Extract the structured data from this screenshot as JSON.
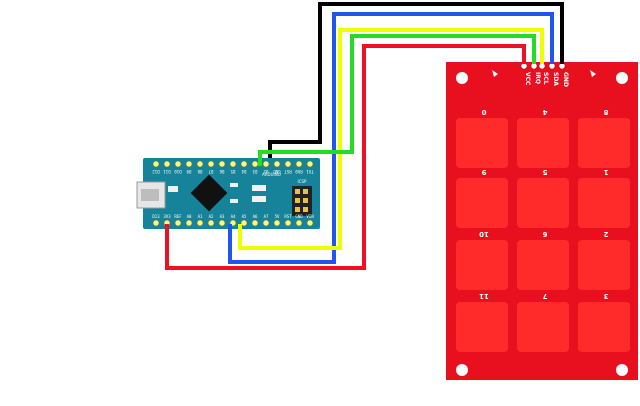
{
  "diagram": {
    "colors": {
      "nano_board": "#17839a",
      "keypad_board": "#e8101e",
      "key_pad": "#ff2a2a",
      "wire_black": "#000000",
      "wire_blue": "#2255ee",
      "wire_yellow": "#eeff00",
      "wire_green": "#22dd22",
      "wire_red": "#ee1122"
    },
    "nano": {
      "top_pins": [
        "D12",
        "D11",
        "D10",
        "D9",
        "D8",
        "D7",
        "D6",
        "D5",
        "D4",
        "D3",
        "D2",
        "GND",
        "RST",
        "RX0",
        "TX1"
      ],
      "bottom_pins": [
        "D13",
        "3V3",
        "REF",
        "A0",
        "A1",
        "A2",
        "A3",
        "A4",
        "A5",
        "A6",
        "A7",
        "5V",
        "RST",
        "GND",
        "VIN"
      ],
      "board_text": "ARDUINO",
      "icsp_label": "ICSP"
    },
    "keypad": {
      "header_pins": [
        "VCC",
        "IRQ",
        "SCL",
        "SDA",
        "GND"
      ],
      "keys": [
        "0",
        "4",
        "8",
        "9",
        "5",
        "1",
        "10",
        "6",
        "2",
        "11",
        "7",
        "3"
      ]
    }
  }
}
